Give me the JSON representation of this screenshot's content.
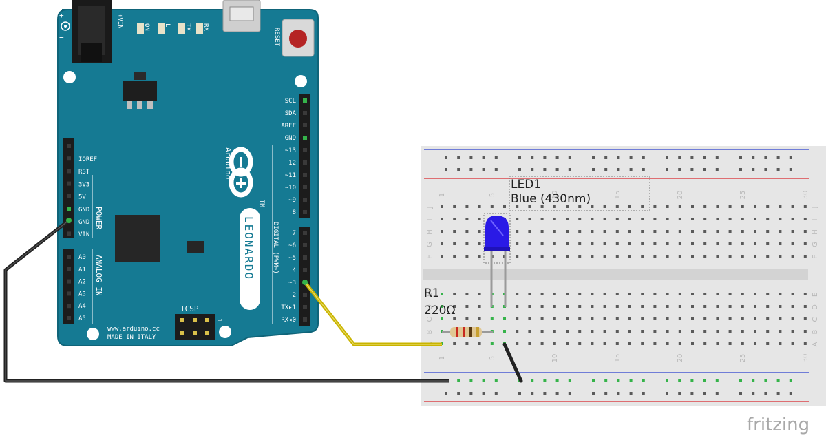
{
  "colors": {
    "board": "#157a93",
    "board_edge": "#0f6479",
    "breadboard": "#e6e6e6",
    "hole": "#5a5a5a",
    "hole_active": "#35b34a",
    "rail_red": "#d9262c",
    "rail_blue": "#2a3fce",
    "wire_black": "#222222",
    "wire_yellow": "#c9b400",
    "led": "#2a1ae6",
    "resistor": "#e0c793"
  },
  "arduino": {
    "model": "LEONARDO",
    "brand": "Arduino",
    "site": "www.arduino.cc",
    "origin": "MADE IN ITALY",
    "reset": "RESET",
    "icsp": "ICSP",
    "icsp_pin1": "1",
    "vin_top": "+VIN",
    "leds": [
      "ON",
      "L",
      "TX",
      "RX"
    ],
    "power_section": "POWER",
    "analog_section": "ANALOG IN",
    "digital_section": "DIGITAL (PWM~)",
    "power_pins": [
      "IOREF",
      "RST",
      "3V3",
      "5V",
      "GND",
      "GND",
      "VIN"
    ],
    "analog_pins": [
      "A0",
      "A1",
      "A2",
      "A3",
      "A4",
      "A5"
    ],
    "digital_top": [
      "SCL",
      "SDA",
      "AREF",
      "GND",
      "~13",
      "12",
      "~11",
      "~10",
      "~9",
      "8"
    ],
    "digital_bottom": [
      "7",
      "~6",
      "~5",
      "4",
      "~3",
      "2",
      "TX▸1",
      "RX◂0"
    ]
  },
  "breadboard": {
    "column_numbers": [
      "1",
      "5",
      "10",
      "15",
      "20",
      "25",
      "30"
    ],
    "top_rows": [
      "J",
      "I",
      "H",
      "G",
      "F"
    ],
    "bottom_rows": [
      "E",
      "D",
      "C",
      "B",
      "A"
    ]
  },
  "led": {
    "ref": "LED1",
    "desc": "Blue (430nm)"
  },
  "resistor": {
    "ref": "R1",
    "value": "220Ω"
  },
  "watermark": "fritzing"
}
